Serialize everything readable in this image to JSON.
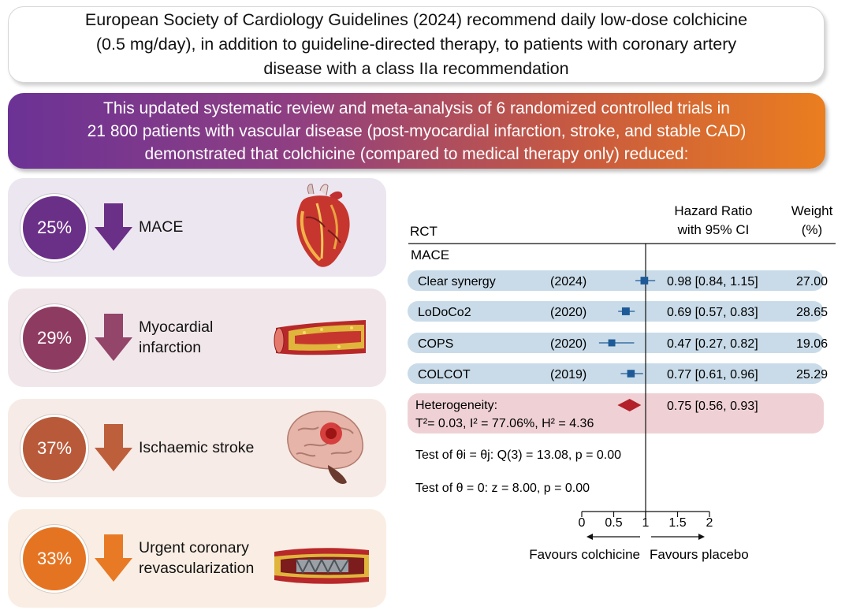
{
  "header": {
    "line1": "European Society of Cardiology Guidelines (2024) recommend daily low-dose colchicine",
    "line2": "(0.5 mg/day), in addition to guideline-directed therapy, to patients with coronary artery",
    "line3": "disease with a class IIa recommendation"
  },
  "banner": {
    "line1": "This updated systematic review and meta-analysis of 6 randomized controlled trials in",
    "line2": "21 800 patients with vascular disease (post-myocardial infarction, stroke, and stable CAD)",
    "line3": "demonstrated that colchicine (compared to medical therapy only) reduced:"
  },
  "outcomes": [
    {
      "percent": "25%",
      "label1": "MACE",
      "label2": "",
      "circle_color": "#6a2f86",
      "arrow_color": "#6a2f86",
      "card_color": "#ece6f0",
      "icon": "heart-icon"
    },
    {
      "percent": "29%",
      "label1": "Myocardial",
      "label2": "infarction",
      "circle_color": "#8e3b61",
      "arrow_color": "#93456a",
      "card_color": "#f1e7ea",
      "icon": "artery-plaque-icon"
    },
    {
      "percent": "37%",
      "label1": "Ischaemic stroke",
      "label2": "",
      "circle_color": "#b85a3a",
      "arrow_color": "#be5f3c",
      "card_color": "#f6ebe6",
      "icon": "brain-icon"
    },
    {
      "percent": "33%",
      "label1": "Urgent coronary",
      "label2": "revascularization",
      "circle_color": "#e57422",
      "arrow_color": "#e87a26",
      "card_color": "#faeee4",
      "icon": "stent-icon"
    }
  ],
  "forest": {
    "col_rct": "RCT",
    "col_hr1": "Hazard Ratio",
    "col_hr2": "with 95% CI",
    "col_w1": "Weight",
    "col_w2": "(%)",
    "section": "MACE",
    "heterogeneity_label": "Heterogeneity:",
    "heterogeneity_stats": "T²= 0.03, I² = 77.06%, H² = 4.36",
    "test1": "Test of θi = θj: Q(3) = 13.08, p = 0.00",
    "test2": "Test of θ = 0: z = 8.00, p = 0.00",
    "favours_left": "Favours colchicine",
    "favours_right": "Favours placebo"
  },
  "chart_data": {
    "type": "forest",
    "x_ticks": [
      0,
      0.5,
      1,
      1.5,
      2
    ],
    "xlim": [
      0,
      2
    ],
    "null_line": 1,
    "studies": [
      {
        "name": "Clear synergy",
        "year": "(2024)",
        "hr": 0.98,
        "lo": 0.84,
        "hi": 1.15,
        "ci_text": "0.98 [0.84, 1.15]",
        "weight": "27.00"
      },
      {
        "name": "LoDoCo2",
        "year": "(2020)",
        "hr": 0.69,
        "lo": 0.57,
        "hi": 0.83,
        "ci_text": "0.69 [0.57, 0.83]",
        "weight": "28.65"
      },
      {
        "name": "COPS",
        "year": "(2020)",
        "hr": 0.47,
        "lo": 0.27,
        "hi": 0.82,
        "ci_text": "0.47 [0.27, 0.82]",
        "weight": "19.06"
      },
      {
        "name": "COLCOT",
        "year": "(2019)",
        "hr": 0.77,
        "lo": 0.61,
        "hi": 0.96,
        "ci_text": "0.77 [0.61, 0.96]",
        "weight": "25.29"
      }
    ],
    "pooled": {
      "hr": 0.75,
      "lo": 0.56,
      "hi": 0.93,
      "ci_text": "0.75 [0.56, 0.93]"
    },
    "colors": {
      "row_bg": "#c9dbe8",
      "pooled_bg": "#efd1d5",
      "square": "#1d5a97",
      "diamond": "#b3202a"
    }
  }
}
